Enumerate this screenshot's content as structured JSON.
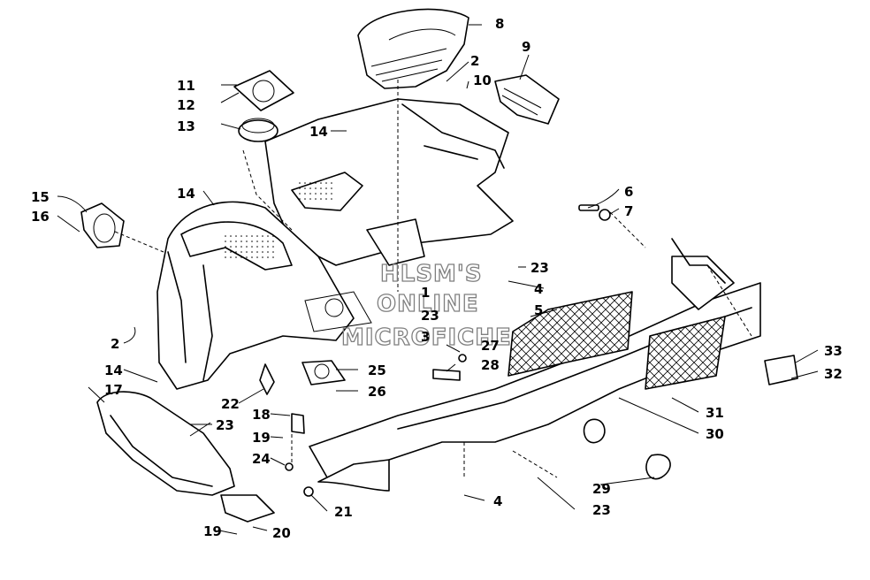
{
  "watermark": {
    "line1": "HLSM'S",
    "line2": "ONLINE",
    "line3": "MICROFICHE"
  },
  "callouts": {
    "c1": "1",
    "c2a": "2",
    "c2b": "2",
    "c3": "3",
    "c4a": "4",
    "c4b": "4",
    "c5": "5",
    "c6": "6",
    "c7": "7",
    "c8": "8",
    "c9": "9",
    "c10": "10",
    "c11": "11",
    "c12": "12",
    "c13": "13",
    "c14a": "14",
    "c14b": "14",
    "c14c": "14",
    "c15": "15",
    "c16": "16",
    "c17": "17",
    "c18": "18",
    "c19a": "19",
    "c19b": "19",
    "c20": "20",
    "c21": "21",
    "c22": "22",
    "c23a": "23",
    "c23b": "23",
    "c23c": "23",
    "c23d": "23",
    "c24": "24",
    "c25": "25",
    "c26": "26",
    "c27": "27",
    "c28": "28",
    "c29": "29",
    "c30": "30",
    "c31": "31",
    "c32": "32",
    "c33": "33"
  }
}
